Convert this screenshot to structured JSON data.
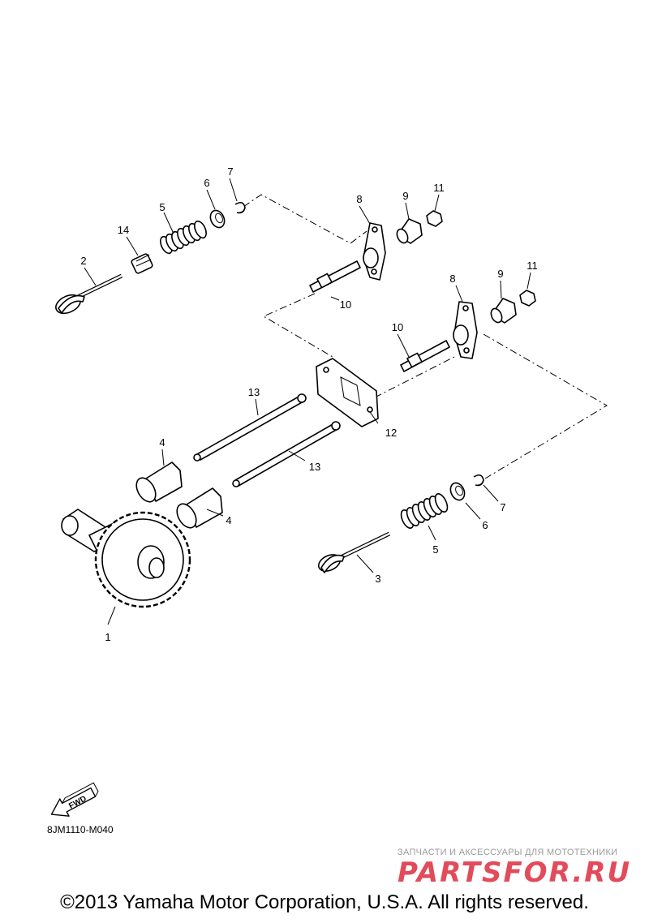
{
  "diagram": {
    "callouts": [
      "1",
      "2",
      "3",
      "4",
      "4",
      "5",
      "5",
      "6",
      "6",
      "7",
      "7",
      "8",
      "8",
      "9",
      "9",
      "10",
      "10",
      "11",
      "11",
      "12",
      "13",
      "13",
      "14"
    ],
    "fwd_arrow_label": "FWD",
    "drawing_code": "8JM1110-M040"
  },
  "watermark": {
    "tagline": "ЗАПЧАСТИ И АКСЕССУАРЫ ДЛЯ МОТОТЕХНИКИ",
    "logo_text": "PARTSFOR.RU",
    "color": "#e24b5a"
  },
  "footer": {
    "copyright": "©2013 Yamaha Motor Corporation, U.S.A. All rights reserved."
  }
}
